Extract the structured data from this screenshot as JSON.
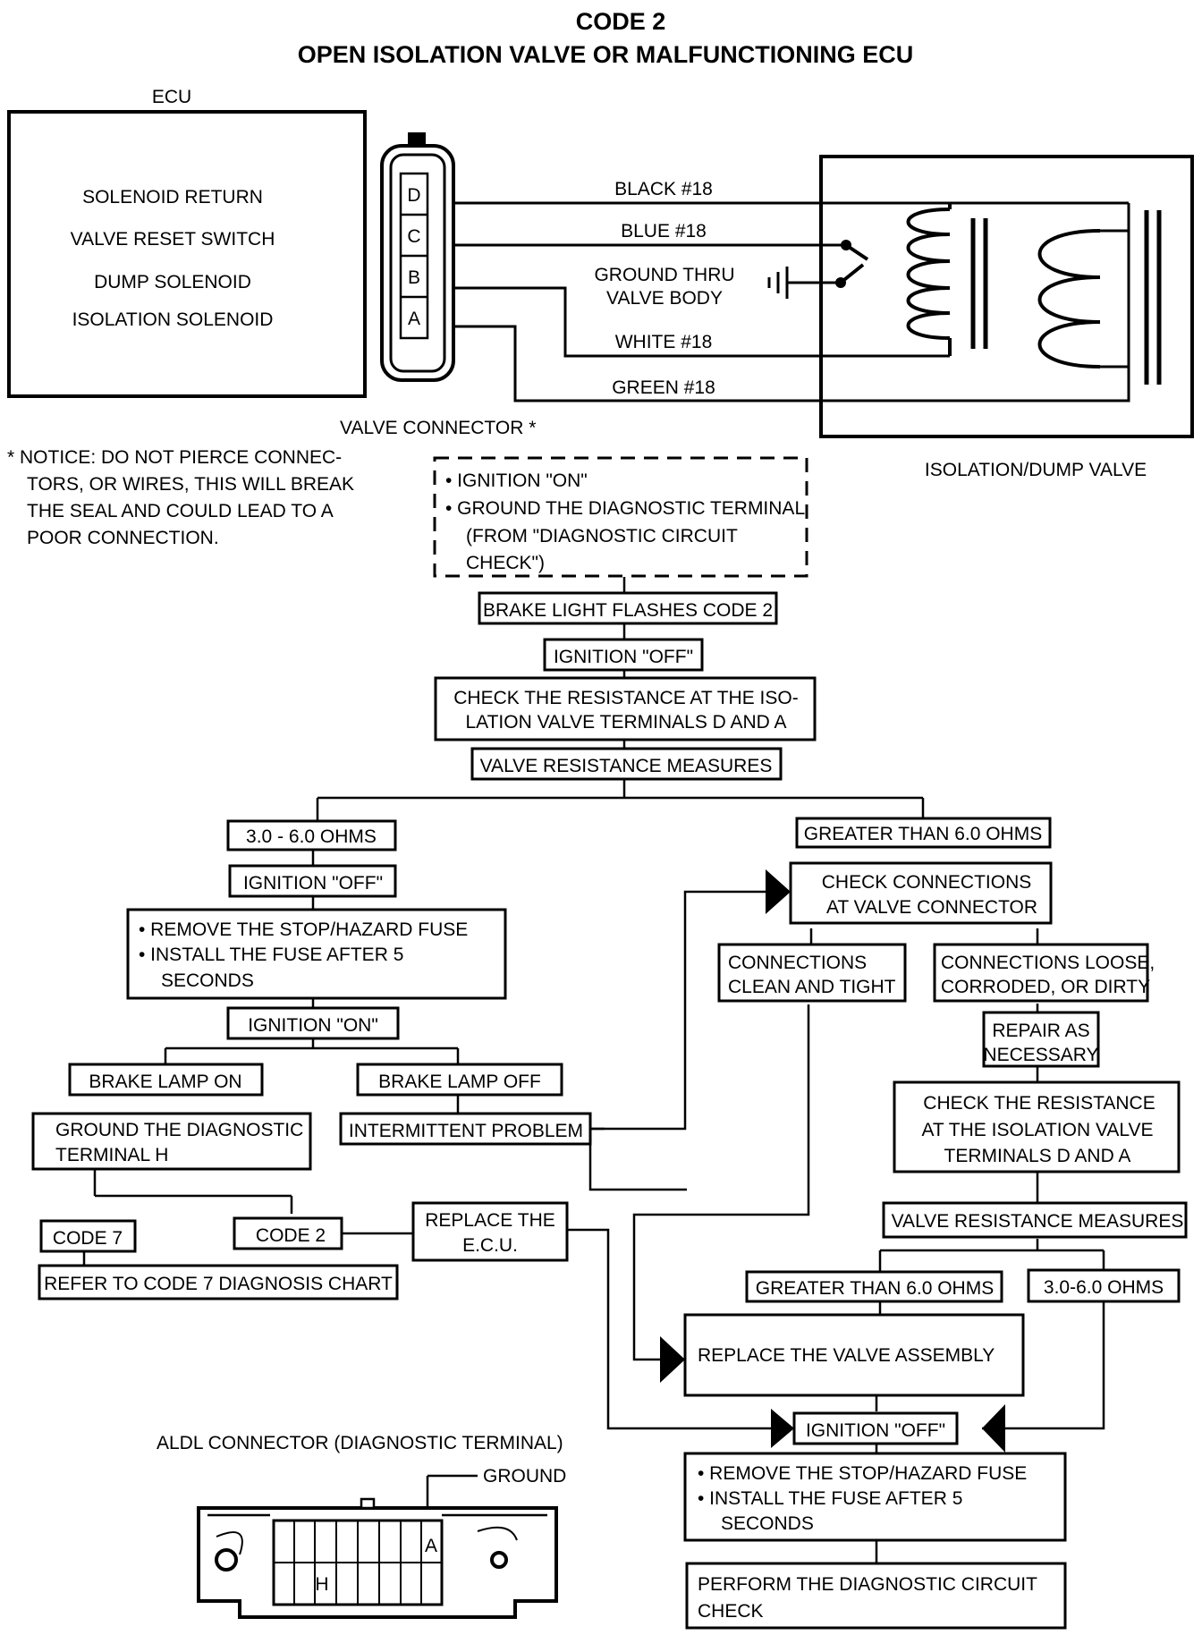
{
  "title": {
    "line1": "CODE 2",
    "line2": "OPEN ISOLATION VALVE OR MALFUNCTIONING ECU"
  },
  "ecu": {
    "label": "ECU",
    "functions": [
      "SOLENOID RETURN",
      "VALVE RESET SWITCH",
      "DUMP SOLENOID",
      "ISOLATION SOLENOID"
    ]
  },
  "connector": {
    "pins": [
      "D",
      "C",
      "B",
      "A"
    ],
    "label": "VALVE CONNECTOR *"
  },
  "wires": {
    "black": "BLACK #18",
    "blue": "BLUE #18",
    "ground1": "GROUND THRU",
    "ground2": "VALVE BODY",
    "white": "WHITE #18",
    "green": "GREEN #18"
  },
  "valve": {
    "label": "ISOLATION/DUMP VALVE"
  },
  "notice": [
    "* NOTICE: DO NOT PIERCE CONNEC-",
    "TORS, OR WIRES, THIS WILL BREAK",
    "THE SEAL AND COULD LEAD TO A",
    "POOR CONNECTION."
  ],
  "flow": {
    "start": [
      "• IGNITION \"ON\"",
      "• GROUND THE DIAGNOSTIC TERMINAL",
      "(FROM \"DIAGNOSTIC CIRCUIT",
      "CHECK\")"
    ],
    "flashes": "BRAKE LIGHT FLASHES CODE 2",
    "ign_off_1": "IGNITION \"OFF\"",
    "check_res": [
      "CHECK THE RESISTANCE AT THE ISO-",
      "LATION VALVE TERMINALS D AND A"
    ],
    "valve_res": "VALVE RESISTANCE MEASURES",
    "ohms_low": "3.0 - 6.0 OHMS",
    "ohms_high": "GREATER THAN 6.0 OHMS",
    "ign_off_2": "IGNITION \"OFF\"",
    "remove_fuse": [
      "• REMOVE THE STOP/HAZARD FUSE",
      "• INSTALL THE FUSE AFTER 5",
      "SECONDS"
    ],
    "ign_on": "IGNITION \"ON\"",
    "lamp_on": "BRAKE LAMP ON",
    "lamp_off": "BRAKE LAMP OFF",
    "ground_h": [
      "GROUND THE DIAGNOSTIC",
      "TERMINAL H"
    ],
    "intermittent": "INTERMITTENT PROBLEM",
    "code7": "CODE 7",
    "code2": "CODE 2",
    "replace_ecu": [
      "REPLACE THE",
      "E.C.U."
    ],
    "refer7": "REFER TO CODE 7 DIAGNOSIS CHART",
    "check_conn": [
      "CHECK CONNECTIONS",
      "AT VALVE CONNECTOR"
    ],
    "conn_clean": [
      "CONNECTIONS",
      "CLEAN AND TIGHT"
    ],
    "conn_loose": [
      "CONNECTIONS LOOSE,",
      "CORRODED, OR DIRTY"
    ],
    "repair": [
      "REPAIR AS",
      "NECESSARY"
    ],
    "check_res2": [
      "CHECK THE RESISTANCE",
      "AT THE ISOLATION VALVE",
      "TERMINALS D AND A"
    ],
    "valve_res2": "VALVE RESISTANCE MEASURES",
    "gt6_2": "GREATER THAN 6.0 OHMS",
    "ohms_3_6": "3.0-6.0 OHMS",
    "replace_valve": "REPLACE THE VALVE ASSEMBLY",
    "ign_off_3": "IGNITION \"OFF\"",
    "remove_fuse2": [
      "• REMOVE THE STOP/HAZARD FUSE",
      "• INSTALL THE FUSE AFTER 5",
      "SECONDS"
    ],
    "perform": [
      "PERFORM THE DIAGNOSTIC CIRCUIT",
      "CHECK"
    ]
  },
  "aldl": {
    "label": "ALDL CONNECTOR (DIAGNOSTIC TERMINAL)",
    "ground": "GROUND",
    "pin_a": "A",
    "pin_h": "H"
  }
}
